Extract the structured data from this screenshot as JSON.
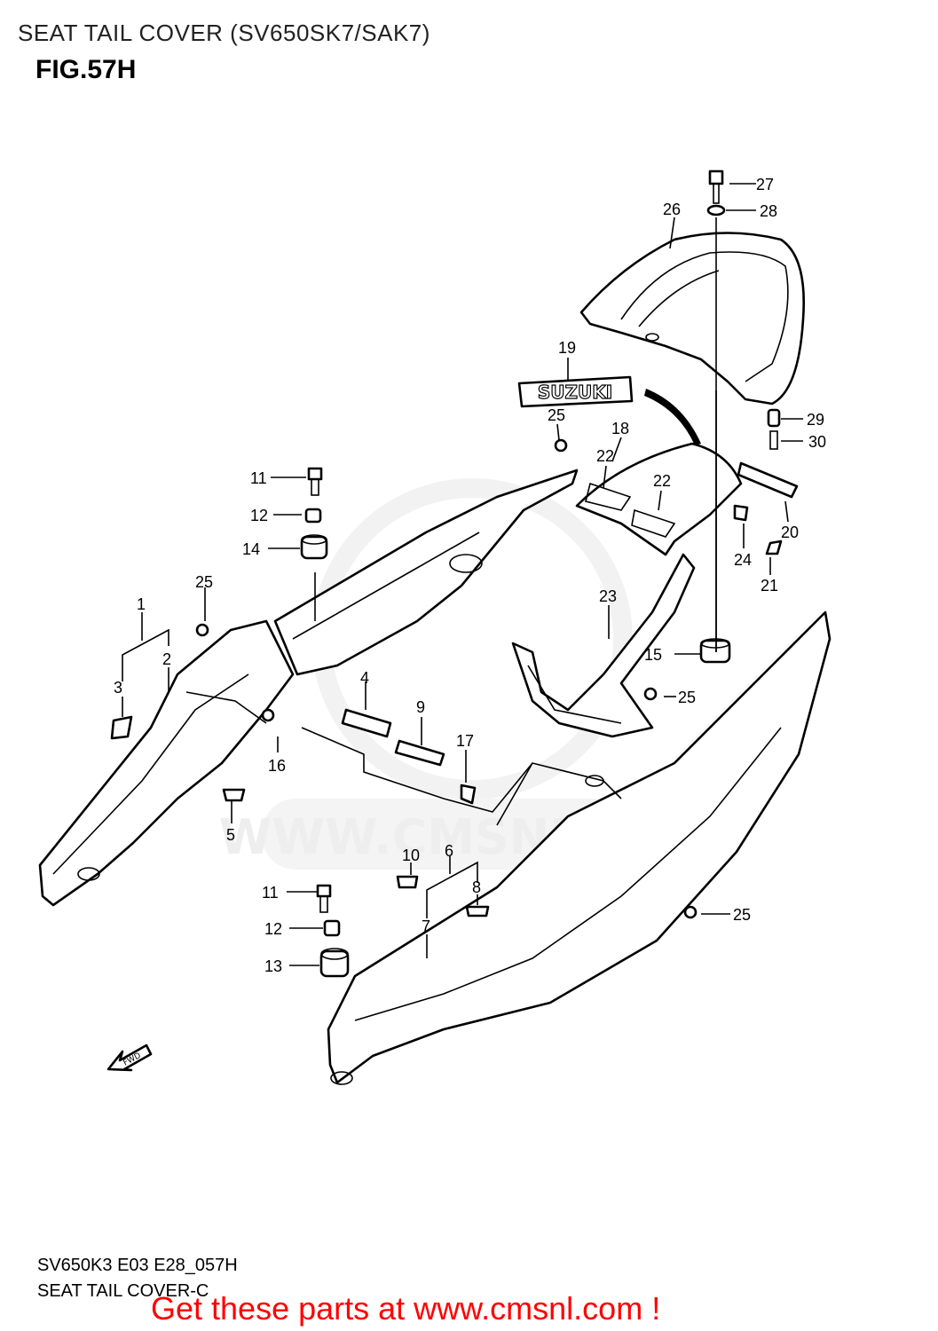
{
  "header": {
    "title": "SEAT TAIL COVER (SV650SK7/SAK7)",
    "figure": "FIG.57H"
  },
  "watermark": {
    "text": "WWW.CMSNL.COM",
    "color": "#eeeeee"
  },
  "logo": {
    "text": "SUZUKI"
  },
  "fwd_label": "FWD",
  "callouts": {
    "c1": "1",
    "c2": "2",
    "c3": "3",
    "c4": "4",
    "c5": "5",
    "c6": "6",
    "c7": "7",
    "c8": "8",
    "c9": "9",
    "c10": "10",
    "c11a": "11",
    "c11b": "11",
    "c12a": "12",
    "c12b": "12",
    "c13": "13",
    "c14": "14",
    "c15": "15",
    "c16": "16",
    "c17": "17",
    "c18": "18",
    "c19": "19",
    "c20": "20",
    "c21": "21",
    "c22a": "22",
    "c22b": "22",
    "c23": "23",
    "c24": "24",
    "c25a": "25",
    "c25b": "25",
    "c25c": "25",
    "c25d": "25",
    "c26": "26",
    "c27": "27",
    "c28": "28",
    "c29": "29",
    "c30": "30"
  },
  "footer": {
    "code": "SV650K3 E03 E28_057H",
    "name": "SEAT TAIL COVER-C"
  },
  "cta": {
    "text": "Get these parts at www.cmsnl.com !",
    "color": "#ff0000"
  }
}
